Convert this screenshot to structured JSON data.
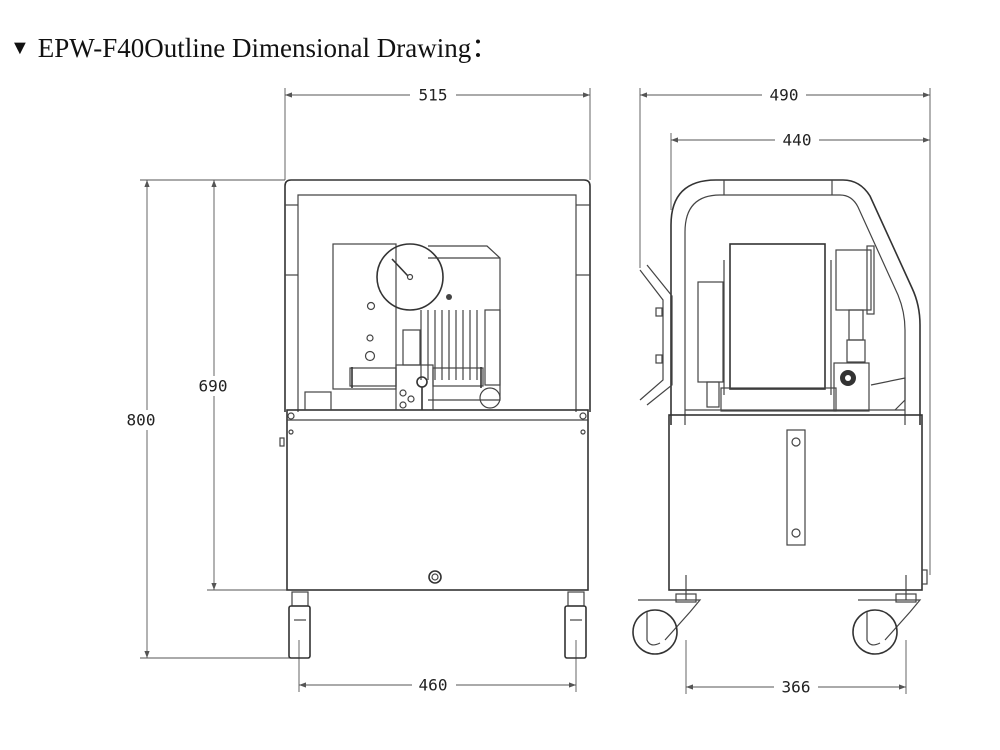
{
  "title": {
    "marker": "▼",
    "text": "EPW-F40Outline Dimensional Drawing："
  },
  "front_view": {
    "width_overall": "515",
    "height_overall": "800",
    "height_body": "690",
    "wheel_base": "460"
  },
  "side_view": {
    "depth_overall": "490",
    "depth_frame": "440",
    "wheel_base": "366"
  }
}
